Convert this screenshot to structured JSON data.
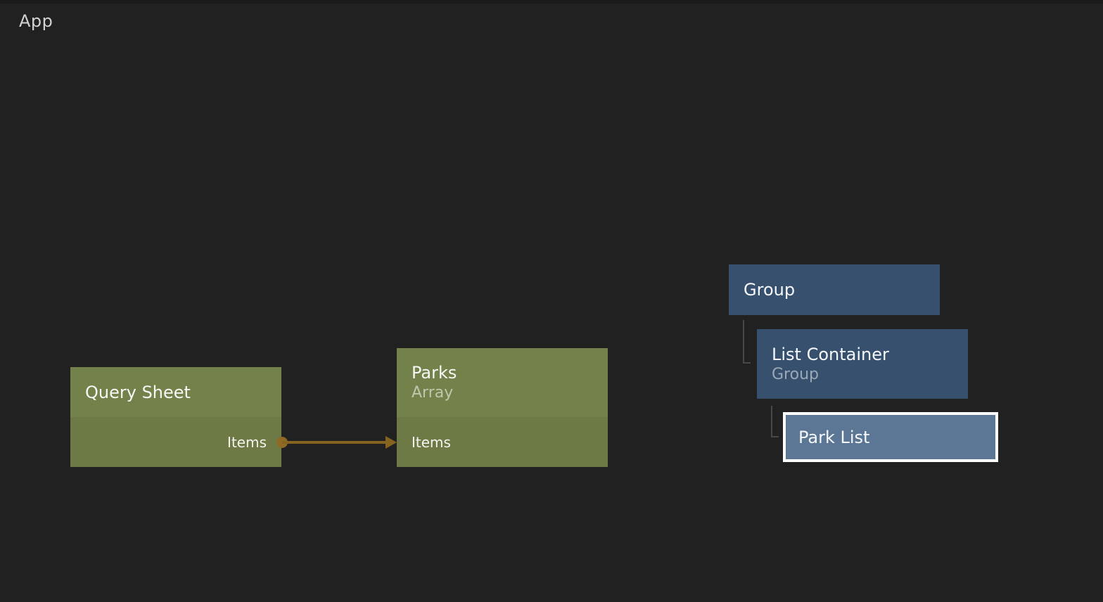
{
  "window": {
    "component_label": "App"
  },
  "palette": {
    "canvas_background": "#212121",
    "data_node_header_green": "#73814a",
    "data_node_body_green": "#6d7a45",
    "visual_node_blue": "#36506e",
    "selected_node_fill": "#5c7795",
    "selected_node_border": "#ffffff",
    "connection_orange": "#866420",
    "port_dot_orange": "#8e6a25",
    "tree_connector_gray": "#484848"
  },
  "nodes": {
    "query_sheet": {
      "title": "Query Sheet",
      "ports": {
        "output": "Items"
      }
    },
    "parks": {
      "title": "Parks",
      "subtitle": "Array",
      "ports": {
        "input": "Items"
      }
    },
    "group": {
      "title": "Group"
    },
    "list_container": {
      "title": "List Container",
      "subtitle": "Group"
    },
    "park_list": {
      "title": "Park List",
      "state": "selected"
    }
  },
  "connections": [
    {
      "from": "Query Sheet Items",
      "to": "Parks Items"
    }
  ]
}
